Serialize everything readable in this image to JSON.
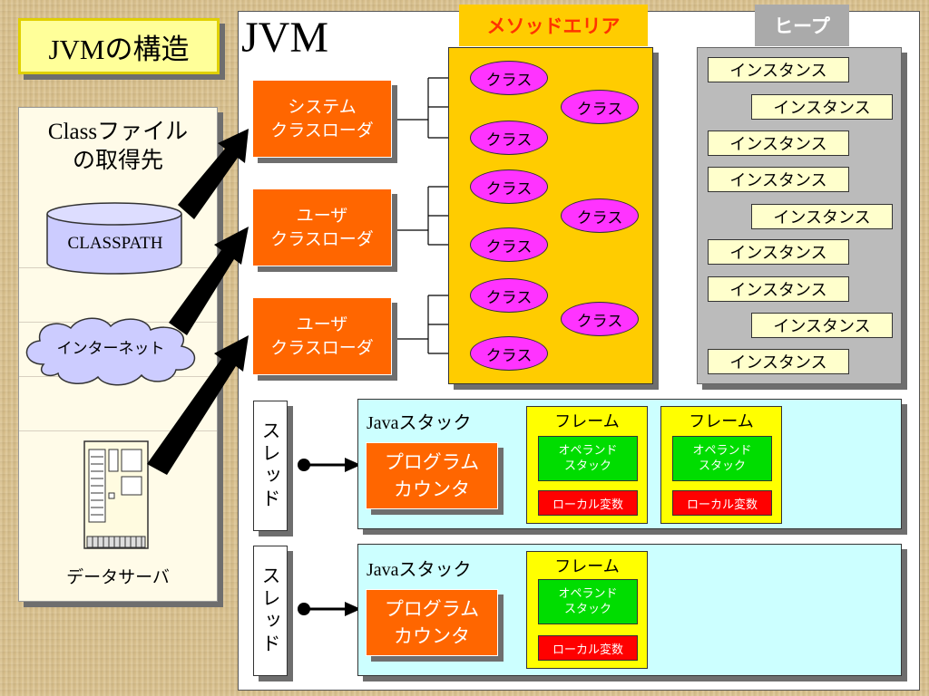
{
  "title": "JVMの構造",
  "jvm_label": "JVM",
  "sources": {
    "title_line1": "Classファイル",
    "title_line2": "の取得先",
    "classpath": "CLASSPATH",
    "internet": "インターネット",
    "data_server": "データサーバ"
  },
  "loaders": [
    {
      "line1": "システム",
      "line2": "クラスローダ"
    },
    {
      "line1": "ユーザ",
      "line2": "クラスローダ"
    },
    {
      "line1": "ユーザ",
      "line2": "クラスローダ"
    }
  ],
  "method_area": {
    "label": "メソッドエリア",
    "classes": [
      "クラス",
      "クラス",
      "クラス",
      "クラス",
      "クラス",
      "クラス",
      "クラス",
      "クラス",
      "クラス"
    ]
  },
  "heap": {
    "label": "ヒープ",
    "instances": [
      "インスタンス",
      "インスタンス",
      "インスタンス",
      "インスタンス",
      "インスタンス",
      "インスタンス",
      "インスタンス",
      "インスタンス",
      "インスタンス"
    ]
  },
  "threads": [
    {
      "label": "スレッド",
      "stack_title": "Javaスタック",
      "pc_line1": "プログラム",
      "pc_line2": "カウンタ",
      "frames": [
        {
          "title": "フレーム",
          "operand_line1": "オペランド",
          "operand_line2": "スタック",
          "locals": "ローカル変数"
        },
        {
          "title": "フレーム",
          "operand_line1": "オペランド",
          "operand_line2": "スタック",
          "locals": "ローカル変数"
        }
      ]
    },
    {
      "label": "スレッド",
      "stack_title": "Javaスタック",
      "pc_line1": "プログラム",
      "pc_line2": "カウンタ",
      "frames": [
        {
          "title": "フレーム",
          "operand_line1": "オペランド",
          "operand_line2": "スタック",
          "locals": "ローカル変数"
        }
      ]
    }
  ],
  "colors": {
    "loader": "#ff6600",
    "method_area": "#ffcc00",
    "heap": "#bbbbbb",
    "class_oval": "#ff33ff",
    "instance": "#ffffcc",
    "stack_panel": "#ccffff",
    "frame": "#ffff00",
    "operand": "#00dd00",
    "local": "#ff0000"
  }
}
